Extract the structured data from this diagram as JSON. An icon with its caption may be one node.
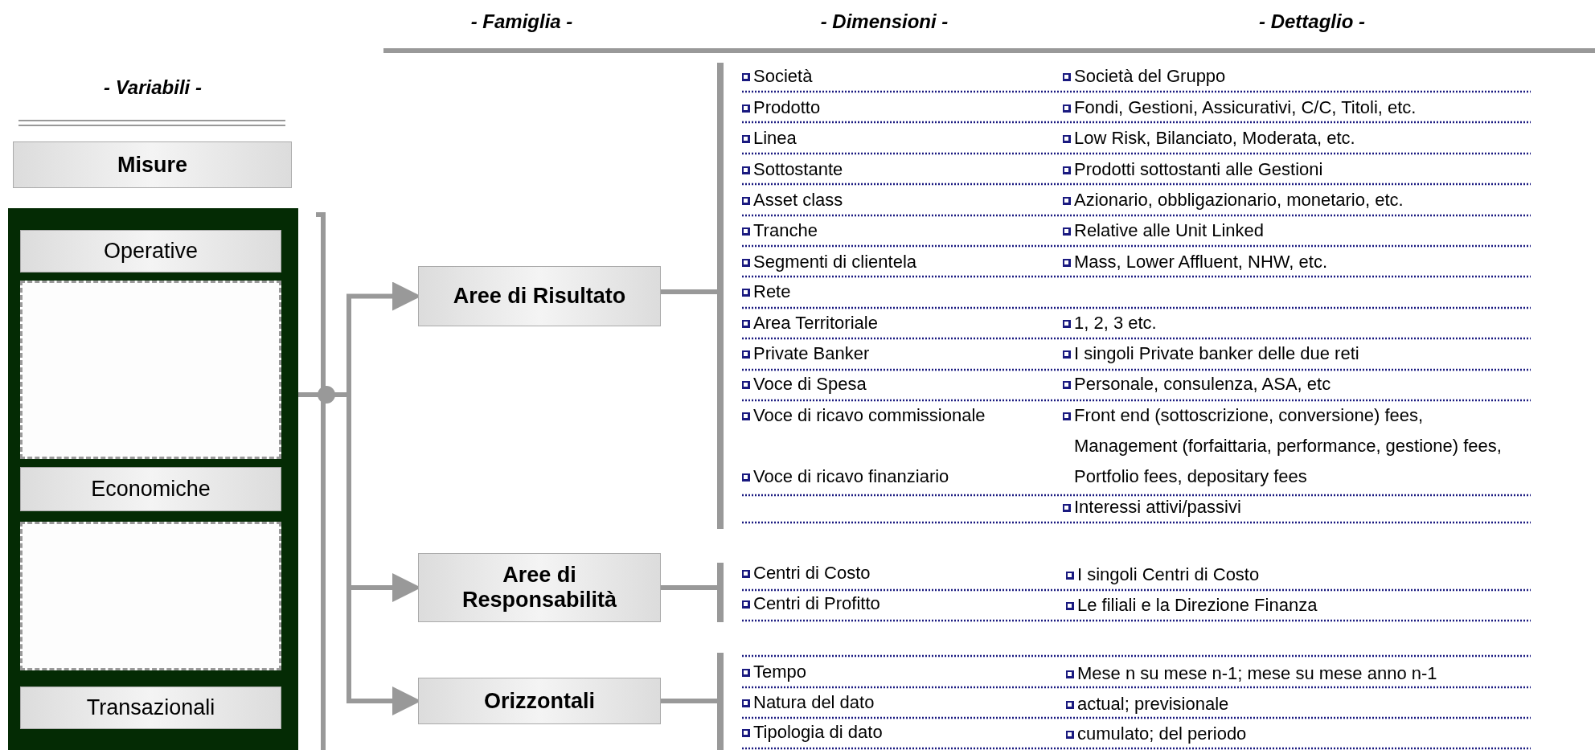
{
  "diagram": {
    "nodes": [
      {
        "text": [
          "Misure"
        ]
      },
      {
        "text": [],
        "shape": "box"
      },
      {
        "text": [
          "Operative"
        ],
        "in": 1
      },
      {
        "text": [],
        "shape": "box",
        "in": 1
      },
      {
        "text": [
          "Economiche"
        ],
        "in": 1
      },
      {
        "text": [],
        "shape": "box",
        "in": 1
      },
      {
        "text": [
          "Transazionali"
        ],
        "in": 1
      },
      {
        "text": [
          "Aree di Risultato"
        ]
      },
      {
        "text": [
          "Aree di Responsabilità"
        ]
      },
      {
        "text": [
          "Orizzontali"
        ]
      }
    ],
    "edges": [
      {
        "from": 1,
        "to": 7,
        "arrow": "to"
      },
      {
        "from": 1,
        "to": 8,
        "arrow": "to"
      },
      {
        "from": 1,
        "to": 9,
        "arrow": "to"
      }
    ],
    "labels": [
      "- Famiglia -",
      "- Dimensioni -",
      "- Dettaglio -",
      "- Variabili -",
      "Società",
      "Società del Gruppo",
      "Prodotto",
      "Fondi, Gestioni, Assicurativi, C/C, Titoli, etc.",
      "Linea",
      "Low Risk, Bilanciato, Moderata, etc.",
      "Sottostante",
      "Prodotti sottostanti alle Gestioni",
      "Asset class",
      "Azionario, obbligazionario, monetario, etc.",
      "Tranche",
      "Relative alle Unit Linked",
      "Segmenti di clientela",
      "Mass, Lower Affluent, NHW, etc.",
      "Rete",
      "Area Territoriale",
      "1, 2, 3 etc.",
      "Private Banker",
      "I singoli Private banker delle due reti",
      "Voce di Spesa",
      "Personale, consulenza, ASA, etc",
      "Voce di ricavo commissionale",
      "Front end (sottoscrizione, conversione) fees, Management (forfaittaria, performance, gestione) fees, Portfolio fees, depositary fees",
      "Voce di ricavo finanziario",
      "Interessi attivi/passivi",
      "Centri di Costo",
      "I singoli Centri di Costo",
      "Centri di Profitto",
      "Le filiali e la Direzione Finanza",
      "Tempo",
      "Mese n su mese n-1; mese su mese anno n-1",
      "Natura del dato",
      "actual; previsionale",
      "Tipologia di dato",
      "cumulato; del periodo"
    ]
  }
}
